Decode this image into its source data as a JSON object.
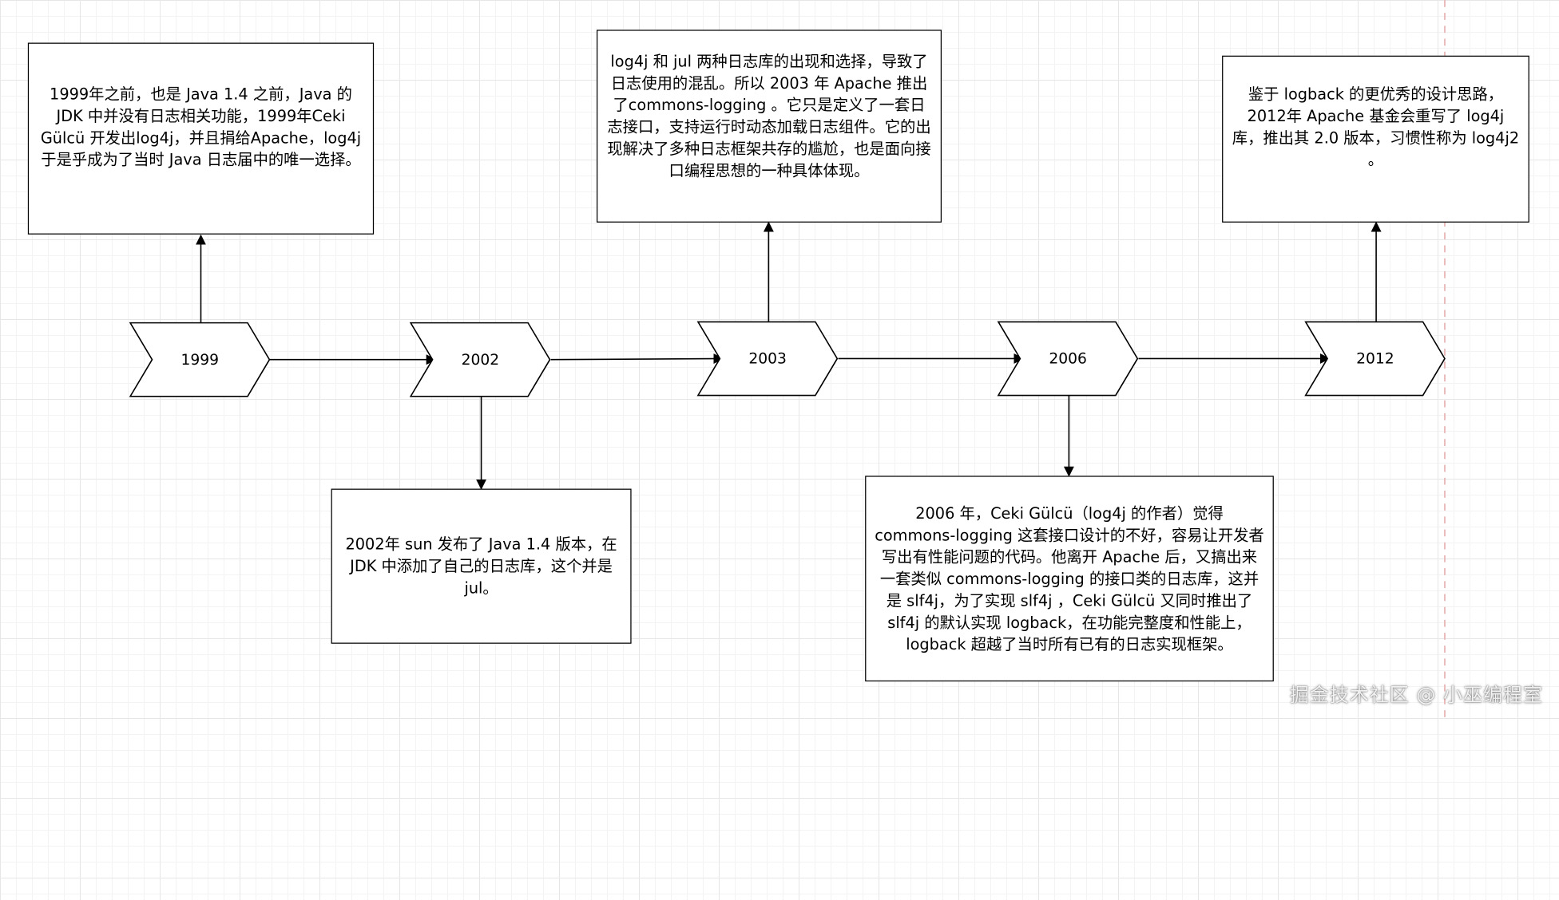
{
  "timeline": {
    "milestones": [
      {
        "year": "1999",
        "description": "1999年之前，也是 Java 1.4 之前，Java 的 JDK 中并没有日志相关功能，1999年Ceki Gülcü 开发出log4j，并且捐给Apache，log4j 于是乎成为了当时 Java 日志届中的唯一选择。"
      },
      {
        "year": "2002",
        "description": "2002年 sun 发布了 Java 1.4 版本，在 JDK 中添加了自己的日志库，这个并是 jul。"
      },
      {
        "year": "2003",
        "description": "log4j 和 jul 两种日志库的出现和选择，导致了日志使用的混乱。所以 2003 年 Apache 推出了commons-logging 。它只是定义了一套日志接口，支持运行时动态加载日志组件。它的出现解决了多种日志框架共存的尴尬，也是面向接口编程思想的一种具体体现。"
      },
      {
        "year": "2006",
        "description": "2006 年，Ceki Gülcü（log4j 的作者）觉得 commons-logging 这套接口设计的不好，容易让开发者写出有性能问题的代码。他离开 Apache 后，又搞出来一套类似 commons-logging 的接口类的日志库，这并是 slf4j，为了实现 slf4j ，Ceki Gülcü 又同时推出了 slf4j 的默认实现 logback，在功能完整度和性能上，logback 超越了当时所有已有的日志实现框架。"
      },
      {
        "year": "2012",
        "description": "鉴于 logback 的更优秀的设计思路，2012年 Apache 基金会重写了 log4j 库，推出其 2.0 版本，习惯性称为 log4j2 。"
      }
    ]
  },
  "watermark": "掘金技术社区 @ 小巫编程室"
}
